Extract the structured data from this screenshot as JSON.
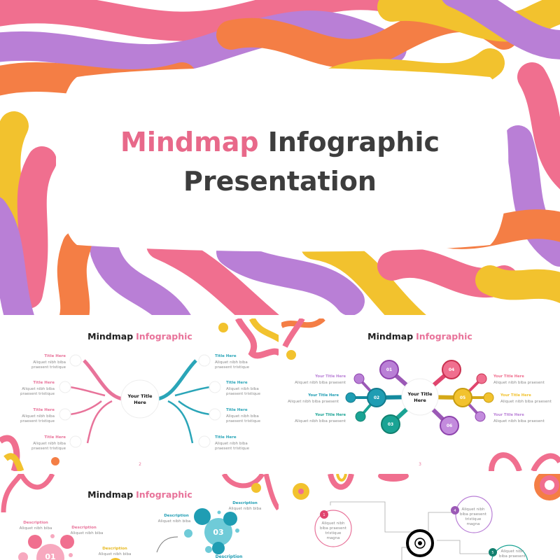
{
  "colors": {
    "pink": "#f06f8f",
    "purple": "#b97fd6",
    "orange": "#f47e45",
    "yellow": "#f2c22e",
    "teal": "#2aa5b8",
    "green": "#1aa394",
    "dark": "#3d3d3d"
  },
  "cover": {
    "title_accent": "Mindmap",
    "title_rest": "Infographic",
    "title_line2": "Presentation"
  },
  "slide2": {
    "title_dark": "Mindmap",
    "title_accent": "Infographic",
    "center": [
      "Your Title",
      "Here"
    ],
    "items": [
      {
        "title": "Title Here",
        "line1": "Aliquet nibh biba",
        "line2": "praesent tristique",
        "icon": "target-icon"
      },
      {
        "title": "Title Here",
        "line1": "Aliquet nibh biba",
        "line2": "praesent tristique",
        "icon": "database-icon"
      },
      {
        "title": "Title Here",
        "line1": "Aliquet nibh biba",
        "line2": "praesent tristique",
        "icon": "brain-icon"
      },
      {
        "title": "Title Here",
        "line1": "Aliquet nibh biba",
        "line2": "praesent tristique",
        "icon": "pie-chart-icon"
      },
      {
        "title": "Title Here",
        "line1": "Aliquet nibh biba",
        "line2": "praesent tristique",
        "icon": "gear-icon"
      },
      {
        "title": "Title Here",
        "line1": "Aliquet nibh biba",
        "line2": "praesent tristique",
        "icon": "people-icon"
      },
      {
        "title": "Title Here",
        "line1": "Aliquet nibh biba",
        "line2": "praesent tristique",
        "icon": "target-icon"
      },
      {
        "title": "Title Here",
        "line1": "Aliquet nibh biba",
        "line2": "praesent tristique",
        "icon": "database-icon"
      }
    ],
    "page": "2"
  },
  "slide3": {
    "title_dark": "Mindmap",
    "title_accent": "Infographic",
    "center": [
      "Your Title",
      "Here"
    ],
    "nodes": [
      "01",
      "02",
      "03",
      "04",
      "05",
      "06"
    ],
    "items": [
      {
        "title": "Your Title Here",
        "desc": "Aliquet nibh biba praesent"
      },
      {
        "title": "Your Title Here",
        "desc": "Aliquet nibh biba praesent"
      },
      {
        "title": "Your Title Here",
        "desc": "Aliquet nibh biba praesent"
      },
      {
        "title": "Your Title Here",
        "desc": "Aliquet nibh biba praesent"
      },
      {
        "title": "Your Title Here",
        "desc": "Aliquet nibh biba praesent"
      },
      {
        "title": "Your Title Here",
        "desc": "Aliquet nibh biba praesent"
      }
    ],
    "page": "3"
  },
  "slide4": {
    "title_dark": "Mindmap",
    "title_accent": "Infographic",
    "descs": [
      {
        "title": "Description",
        "text": "Aliquet nibh biba"
      },
      {
        "title": "Description",
        "text": "Aliquet nibh biba"
      },
      {
        "title": "Description",
        "text": "Aliquet nibh biba"
      },
      {
        "title": "Description",
        "text": "Aliquet nibh biba"
      },
      {
        "title": "Description",
        "text": "Aliquet nibh biba"
      },
      {
        "title": "Description",
        "text": ""
      }
    ],
    "nums": [
      "01",
      "03"
    ]
  },
  "slide5": {
    "items": [
      {
        "num": "1",
        "lines": [
          "Aliquet nibh",
          "biba praesent",
          "tristique",
          "magna"
        ]
      },
      {
        "num": "4",
        "lines": [
          "Aliquet nibh",
          "biba praesent",
          "tristique",
          "magna"
        ]
      },
      {
        "num": "5",
        "lines": [
          "Aliquet nibh",
          "biba praesent"
        ]
      }
    ]
  }
}
